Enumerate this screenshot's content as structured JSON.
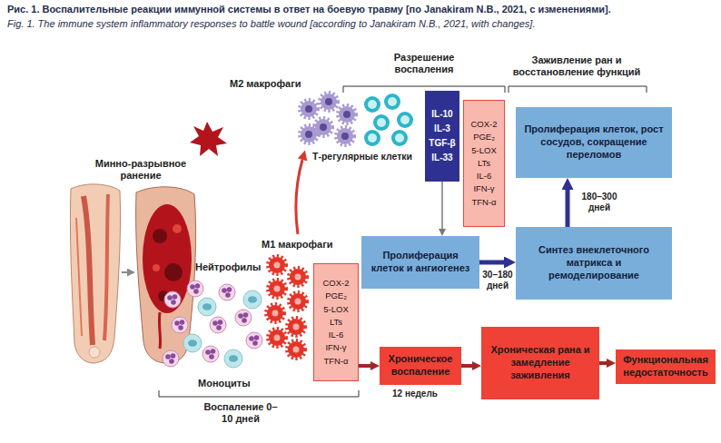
{
  "diagram": {
    "title": "Рис. 1. Воспалительные реакции иммунной системы в ответ на боевую травму [по Janakiram N.B., 2021, с изменениями].",
    "caption": "Fig. 1. The immune system inflammatory responses to battle wound [according to Janakiram N.B., 2021, with changes].",
    "nodes": [
      {
        "text": [
          "IL-10",
          "IL-3",
          "TGF-β",
          "IL-33"
        ]
      },
      {
        "text": [
          "COX-2",
          "PGE₂",
          "5-LOX",
          "LTs",
          "IL-6",
          "IFN-γ",
          "TFN-α"
        ]
      },
      {
        "text": [
          "Пролиферация клеток, рост сосудов, сокращение переломов"
        ]
      },
      {
        "text": [
          "Пролиферация клеток и ангиогенез"
        ]
      },
      {
        "text": [
          "Синтез внеклеточного матрикса и ремоделирование"
        ]
      },
      {
        "text": [
          "COX-2",
          "PGE₂",
          "5-LOX",
          "LTs",
          "IL-6",
          "IFN-γ",
          "TFN-α"
        ]
      },
      {
        "text": [
          "Хроническое воспаление"
        ]
      },
      {
        "text": [
          "Хроническая рана и замедление заживления"
        ]
      },
      {
        "text": [
          "Функциональная недостаточность"
        ]
      }
    ],
    "edges": [
      {
        "from": 0,
        "to": 3,
        "arrow": "to"
      },
      {
        "from": 3,
        "to": 4,
        "label": "30–180 дней",
        "arrow": "to"
      },
      {
        "from": 4,
        "to": 2,
        "label": "180–300 дней",
        "arrow": "to"
      },
      {
        "from": 5,
        "to": 6,
        "arrow": "to"
      },
      {
        "from": 6,
        "to": 7,
        "arrow": "to"
      },
      {
        "from": 7,
        "to": 8,
        "arrow": "to"
      }
    ],
    "labels": [
      "Минно-разрывное ранение",
      "M2 макрофаги",
      "Разрешение воспаления",
      "Заживление ран и восстановление функций",
      "Т-регулярные клетки",
      "M1 макрофаги",
      "Нейтрофилы",
      "Моноциты",
      "Воспаление 0–10 дней",
      "12 недель"
    ]
  }
}
